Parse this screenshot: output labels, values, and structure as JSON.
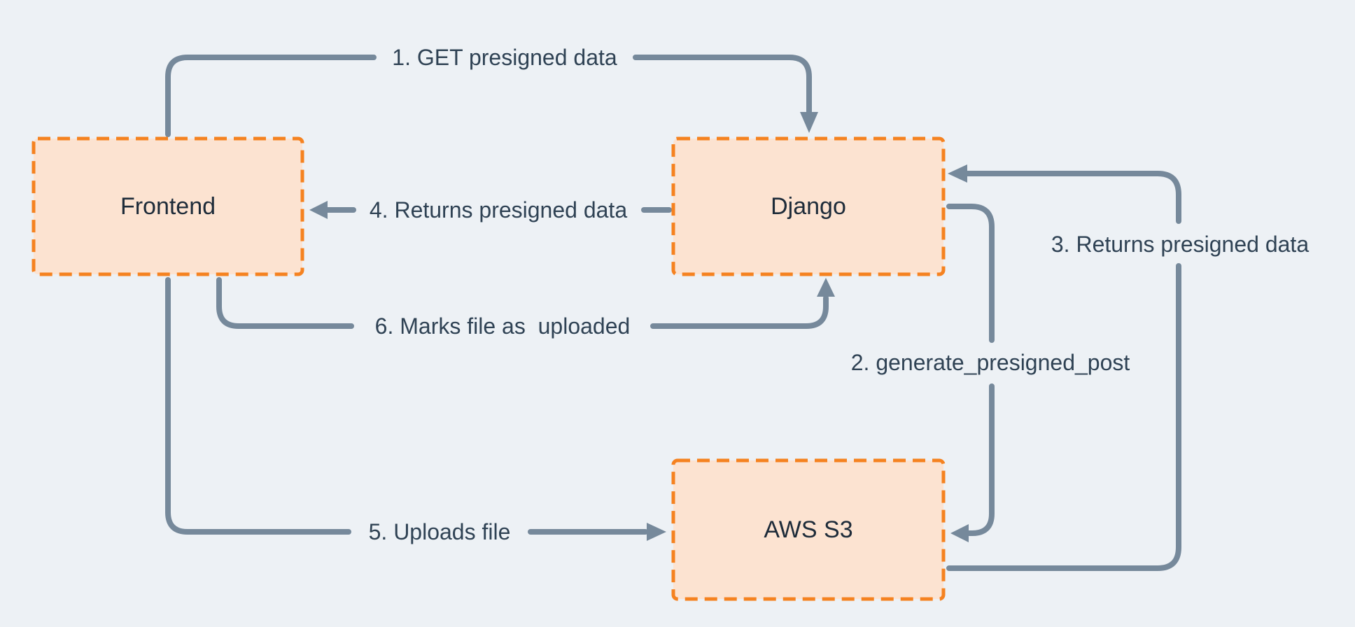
{
  "diagram": {
    "type": "flow-diagram",
    "description": "S3 presigned upload flow between Frontend, Django and AWS S3"
  },
  "colors": {
    "background": "#edf1f5",
    "arrow": "#76899b",
    "node_fill": "#fce3d1",
    "node_border": "#f58220",
    "node_text": "#1d2b39",
    "label_text": "#2f4254"
  },
  "nodes": {
    "frontend": {
      "label": "Frontend"
    },
    "django": {
      "label": "Django"
    },
    "aws_s3": {
      "label": "AWS S3"
    }
  },
  "arrows": [
    {
      "step": "1",
      "label": "1. GET presigned data",
      "from": "Frontend",
      "to": "Django"
    },
    {
      "step": "2",
      "label": "2. generate_presigned_post",
      "from": "Django",
      "to": "AWS S3"
    },
    {
      "step": "3",
      "label": "3. Returns presigned data",
      "from": "AWS S3",
      "to": "Django"
    },
    {
      "step": "4",
      "label": "4. Returns presigned data",
      "from": "Django",
      "to": "Frontend"
    },
    {
      "step": "5",
      "label": "5. Uploads file",
      "from": "Frontend",
      "to": "AWS S3"
    },
    {
      "step": "6",
      "label": "6. Marks file as  uploaded",
      "from": "Frontend",
      "to": "Django"
    }
  ]
}
